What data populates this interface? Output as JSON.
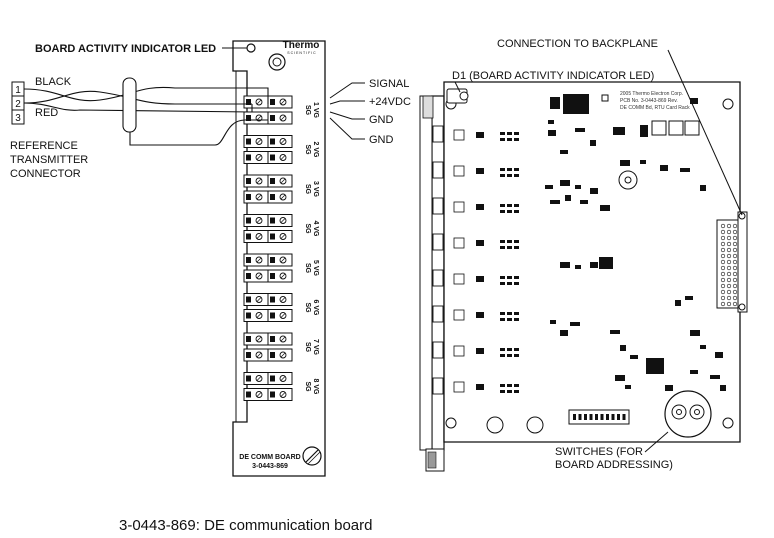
{
  "labels": {
    "board_led": "BOARD ACTIVITY INDICATOR LED",
    "brand_line1": "Thermo",
    "brand_line2": "SCIENTIFIC",
    "wire_black": "BLACK",
    "wire_red": "RED",
    "pin1": "1",
    "pin2": "2",
    "pin3": "3",
    "ref_line1": "REFERENCE",
    "ref_line2": "TRANSMITTER",
    "ref_line3": "CONNECTOR",
    "signal": "SIGNAL",
    "plus24": "+24VDC",
    "gnd1": "GND",
    "gnd2": "GND",
    "board_name": "DE COMM BOARD",
    "board_part": "3-0443-869",
    "connection_backplane": "CONNECTION TO BACKPLANE",
    "d1_led": "D1 (BOARD ACTIVITY INDICATOR LED)",
    "switches_line1": "SWITCHES (FOR",
    "switches_line2": "BOARD ADDRESSING)",
    "pcb_text1": "2005 Thermo Electron Corp.",
    "pcb_text2": "PCB No. 3-0443-869 Rev.",
    "pcb_text3": "DE COMM Bd, RTU Card Rack",
    "caption": "3-0443-869: DE communication board"
  },
  "channels": [
    {
      "vg": "VG",
      "sg": "SG",
      "num": "1"
    },
    {
      "vg": "VG",
      "sg": "SG",
      "num": "2"
    },
    {
      "vg": "VG",
      "sg": "SG",
      "num": "3"
    },
    {
      "vg": "VG",
      "sg": "SG",
      "num": "4"
    },
    {
      "vg": "VG",
      "sg": "SG",
      "num": "5"
    },
    {
      "vg": "VG",
      "sg": "SG",
      "num": "6"
    },
    {
      "vg": "VG",
      "sg": "SG",
      "num": "7"
    },
    {
      "vg": "VG",
      "sg": "SG",
      "num": "8"
    }
  ]
}
